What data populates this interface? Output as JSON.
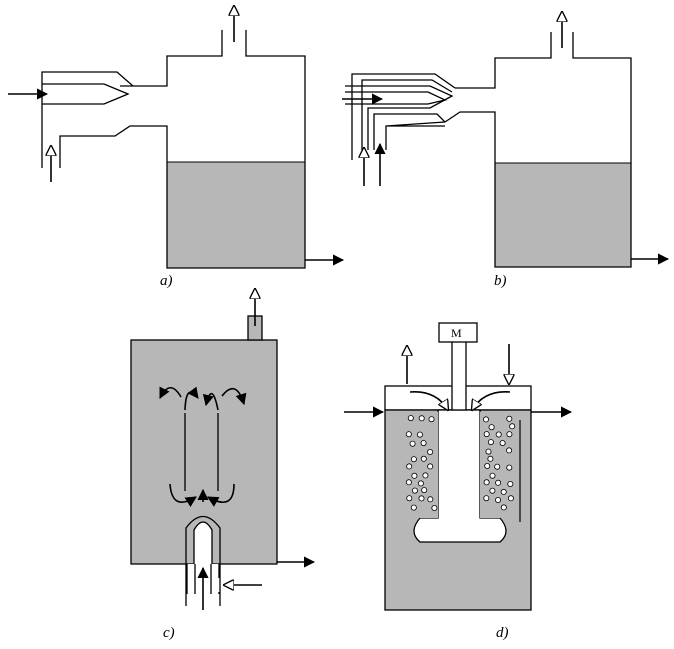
{
  "panels": [
    {
      "id": "a",
      "label": "a)"
    },
    {
      "id": "b",
      "label": "b)"
    },
    {
      "id": "c",
      "label": "c)"
    },
    {
      "id": "d",
      "label": "d)"
    }
  ],
  "motor_label": "M",
  "colors": {
    "liquid": "#b7b7b7",
    "stroke": "#000000",
    "background": "#ffffff"
  }
}
